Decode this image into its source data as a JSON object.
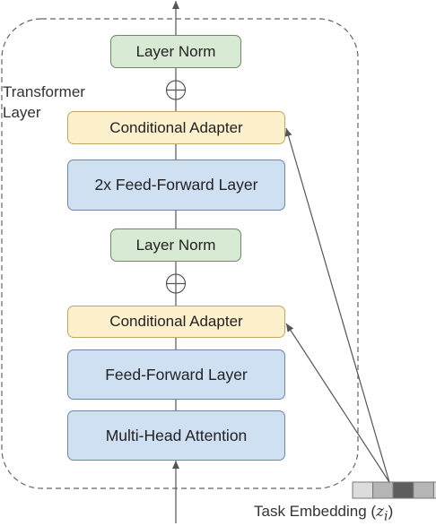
{
  "transformer_label": {
    "line1": "Transformer",
    "line2": "Layer"
  },
  "blocks": {
    "top_layer_norm": "Layer Norm",
    "top_conditional_adapter": "Conditional Adapter",
    "ffn_2x": "2x Feed-Forward Layer",
    "mid_layer_norm": "Layer Norm",
    "bottom_conditional_adapter": "Conditional Adapter",
    "ffn": "Feed-Forward Layer",
    "mha": "Multi-Head Attention"
  },
  "task_embedding": {
    "label": "Task Embedding (",
    "symbol": "z",
    "subscript": "i",
    "close": ")",
    "cell_colors": [
      "#dcdcdc",
      "#b5b5b5",
      "#5e5e5e",
      "#b5b5b5",
      "#dcdcdc"
    ]
  },
  "colors": {
    "layer_norm_fill": "#d8ead3",
    "adapter_fill": "#fdf0cc",
    "feed_forward_fill": "#cfe0f3",
    "line": "#555555"
  }
}
